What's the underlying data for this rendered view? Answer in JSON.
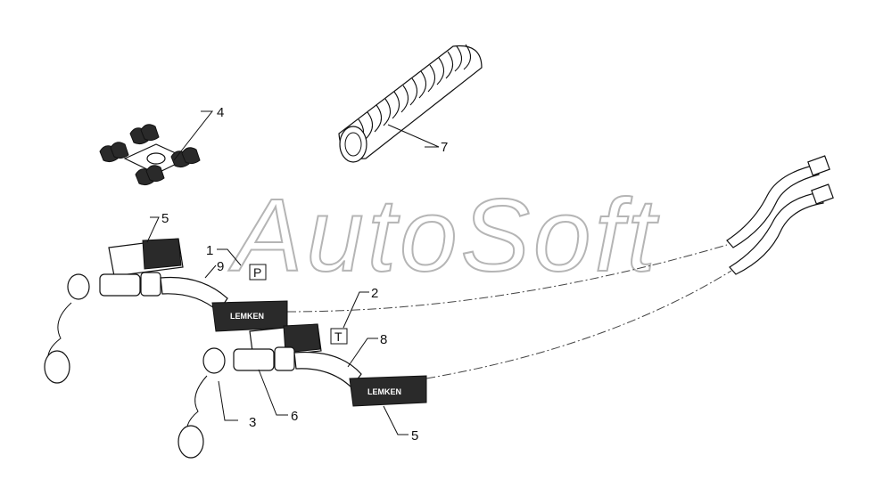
{
  "watermark": "AutoSoft",
  "brand": "LEMKEN",
  "labels": {
    "n1": "1",
    "n2": "2",
    "n3": "3",
    "n4": "4",
    "n5a": "5",
    "n5b": "5",
    "n6": "6",
    "n7": "7",
    "n8": "8",
    "n9": "9"
  },
  "boxes": {
    "p": "P",
    "t": "T"
  }
}
